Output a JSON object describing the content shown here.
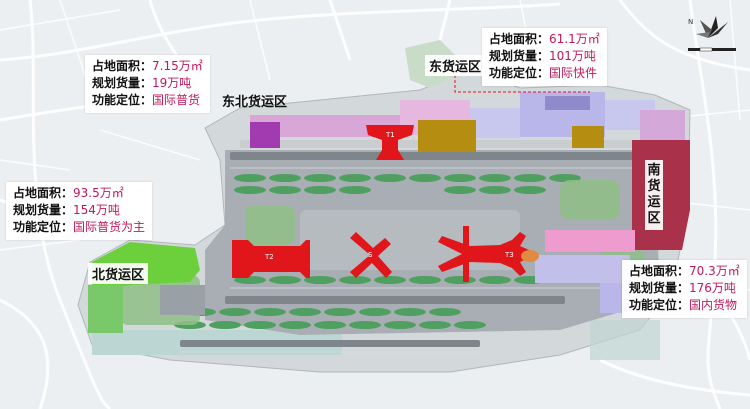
{
  "zones": [
    {
      "id": "northeast",
      "name": "东北货运区",
      "stats": {
        "area_label": "占地面积：",
        "area": "7.15万㎡",
        "capacity_label": "规划货量：",
        "capacity": "19万吨",
        "function_label": "功能定位：",
        "function": "国际普货"
      }
    },
    {
      "id": "east",
      "name": "东货运区",
      "stats": {
        "area_label": "占地面积：",
        "area": "61.1万㎡",
        "capacity_label": "规划货量：",
        "capacity": "101万吨",
        "function_label": "功能定位：",
        "function": "国际快件"
      }
    },
    {
      "id": "north",
      "name": "北货运区",
      "stats": {
        "area_label": "占地面积：",
        "area": "93.5万㎡",
        "capacity_label": "规划货量：",
        "capacity": "154万吨",
        "function_label": "功能定位：",
        "function": "国际普货为主"
      }
    },
    {
      "id": "south",
      "name": "南货运区",
      "stats": {
        "area_label": "占地面积：",
        "area": "70.3万㎡",
        "capacity_label": "规划货量：",
        "capacity": "176万吨",
        "function_label": "功能定位：",
        "function": "国内货物"
      }
    }
  ],
  "terminals": [
    "T1",
    "T2",
    "S",
    "T3"
  ],
  "compass": {
    "label": "N"
  },
  "colors": {
    "purple": "#a23bb0",
    "olive": "#b58e11",
    "green": "#6ccf3c",
    "crimson": "#a9324a",
    "red": "#e0161b",
    "pink": "#ec9bd6",
    "lilac": "#b9b6e9",
    "apron": "#9aa1a6",
    "grass": "#9bc48f",
    "grass_dark": "#4d9a5c",
    "water": "#8ec6c1",
    "value_text": "#c2185b"
  }
}
